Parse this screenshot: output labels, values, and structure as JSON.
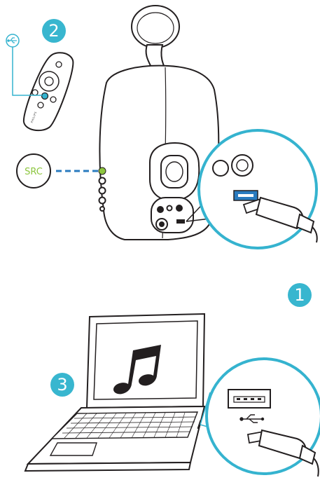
{
  "steps": {
    "step1": "1",
    "step2": "2",
    "step3": "3"
  },
  "src_label": "SRC",
  "remote_brand": "PHILIPS",
  "icons": {
    "usb_symbol": "usb-icon",
    "music_note": "music-note-icon"
  },
  "colors": {
    "step_badge": "#38b6cf",
    "highlight_ring": "#35b3cf",
    "src_green": "#8dc63f",
    "connector_blue": "#2a7bbf",
    "outline": "#231f20"
  }
}
